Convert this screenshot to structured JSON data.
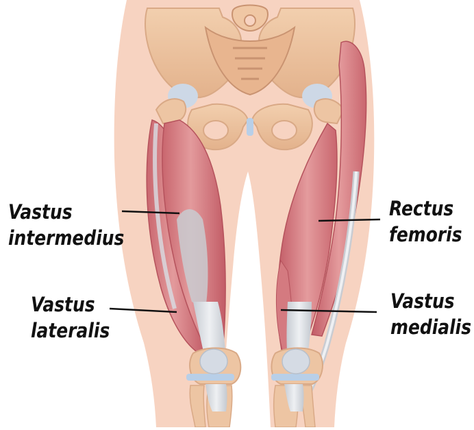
{
  "labels": {
    "vastus_intermedius": {
      "line1": "Vastus",
      "line2": "intermedius"
    },
    "vastus_lateralis": {
      "line1": "Vastus",
      "line2": "lateralis"
    },
    "rectus_femoris": {
      "line1": "Rectus",
      "line2": "femoris"
    },
    "vastus_medialis": {
      "line1": "Vastus",
      "line2": "medialis"
    }
  },
  "colors": {
    "skin": "#f7d3c1",
    "bone": "#edc5a3",
    "bone_shadow": "#d9a986",
    "muscle": "#d98386",
    "muscle_dark": "#c4646c",
    "tendon": "#d8dde3",
    "cartilage": "#b8cfe8",
    "text": "#111111"
  }
}
